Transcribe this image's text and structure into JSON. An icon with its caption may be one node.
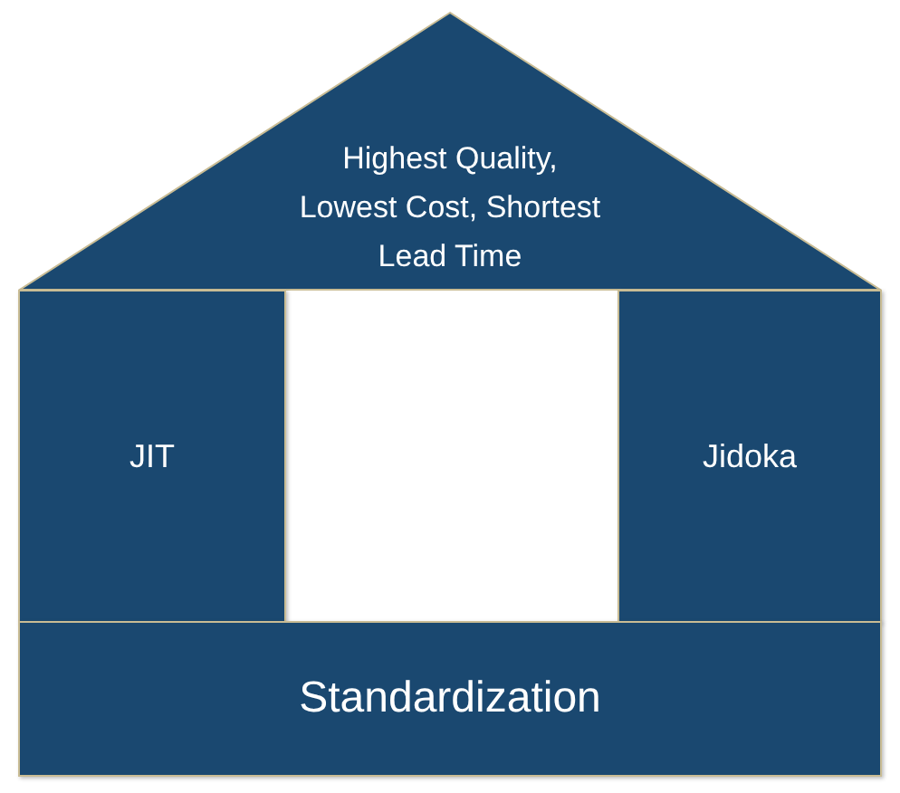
{
  "diagram": {
    "nodes": [
      {
        "text": [
          "Highest Quality, Lowest Cost, Shortest Lead Time"
        ]
      },
      {
        "text": [
          "JIT"
        ]
      },
      {
        "text": [
          "Jidoka"
        ]
      },
      {
        "text": [
          "Standardization"
        ]
      }
    ]
  }
}
